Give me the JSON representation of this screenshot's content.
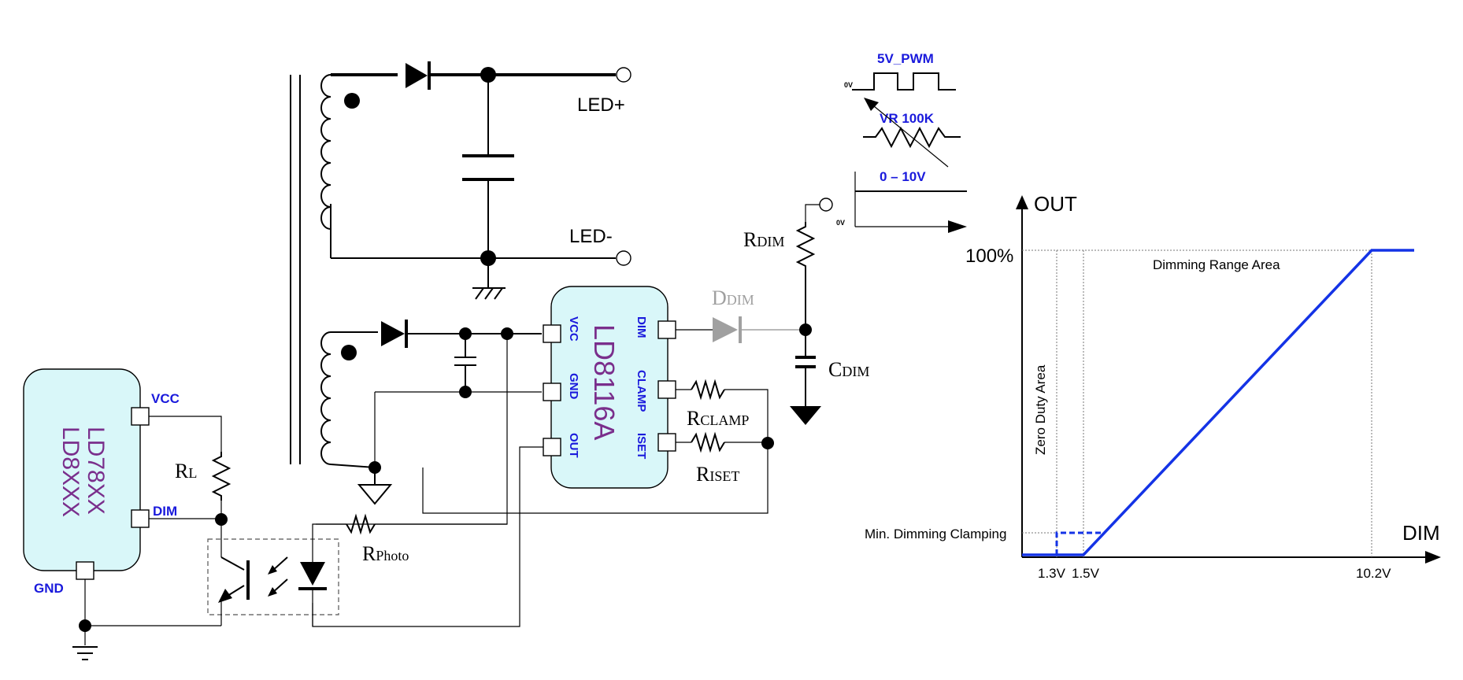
{
  "colors": {
    "ic_fill": "#d9f7f9",
    "ic_text": "#7a2f8c",
    "pin_label": "#1a1adc",
    "graph_line": "#1433e6",
    "ddim_gray": "#a0a0a0"
  },
  "labels": {
    "led_plus": "LED+",
    "led_minus": "LED-",
    "rdim_main": "R",
    "rdim_sub": "DIM",
    "ddim_main": "D",
    "ddim_sub": "DIM",
    "cdim_main": "C",
    "cdim_sub": "DIM",
    "rclamp_main": "R",
    "rclamp_sub": "CLAMP",
    "riset_main": "R",
    "riset_sub": "ISET",
    "rl_main": "R",
    "rl_sub": "L",
    "rphoto_main": "R",
    "rphoto_sub": "Photo"
  },
  "ic_main": {
    "name": "LD8116A",
    "pins": {
      "vcc": "VCC",
      "gnd": "GND",
      "out": "OUT",
      "dim": "DIM",
      "clamp": "CLAMP",
      "iset": "ISET"
    }
  },
  "ic_left": {
    "name_line1": "LD78XX",
    "name_line2": "LD8XXX",
    "pins": {
      "vcc": "VCC",
      "dim": "DIM",
      "gnd": "GND"
    }
  },
  "inset": {
    "pwm_label": "5V_PWM",
    "zero_v": "0V",
    "vr_label": "VR 100K",
    "range_label": "0 – 10V",
    "zero_v2": "0V"
  },
  "graph": {
    "y_axis_label": "OUT",
    "x_axis_label": "DIM",
    "y_tick_100": "100%",
    "x_tick_1": "1.3V",
    "x_tick_2": "1.5V",
    "x_tick_3": "10.2V",
    "dimming_range": "Dimming Range Area",
    "zero_duty": "Zero Duty Area",
    "min_clamp": "Min. Dimming Clamping"
  }
}
